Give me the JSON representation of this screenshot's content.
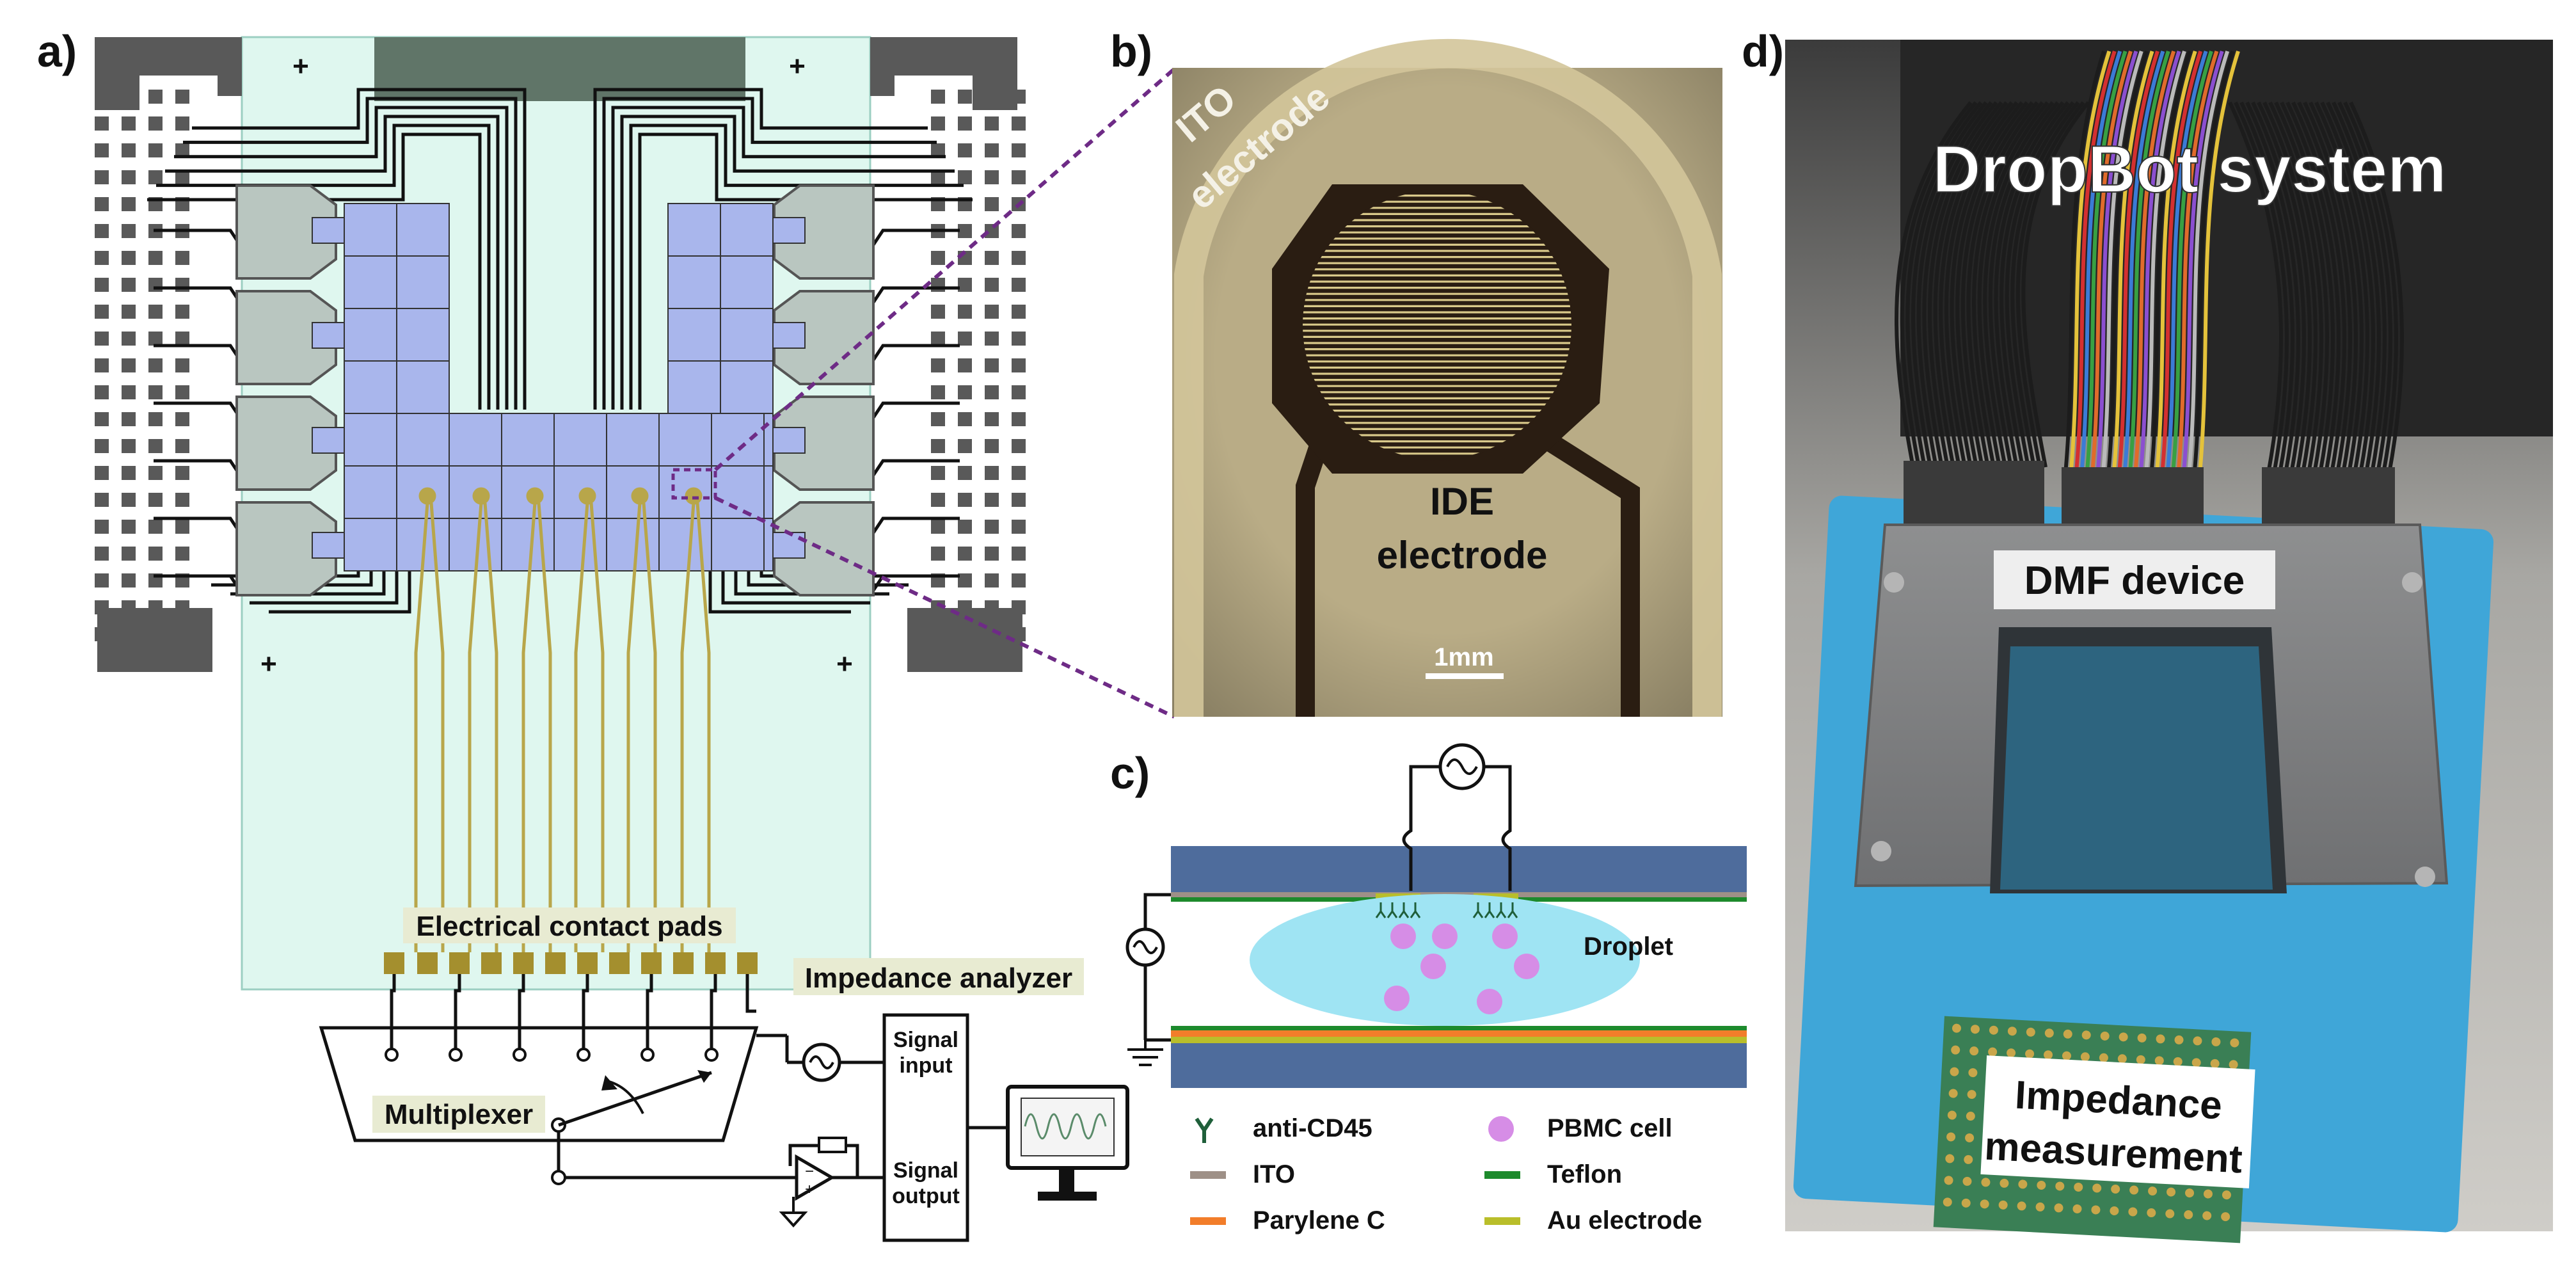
{
  "panels": {
    "a": "a)",
    "b": "b)",
    "c": "c)",
    "d": "d)"
  },
  "panel_a": {
    "plus": "+",
    "contact_pads_label": "Electrical contact pads",
    "impedance_analyzer_label": "Impedance analyzer",
    "multiplexer_label": "Multiplexer",
    "signal_input_label": [
      "Signal",
      "input"
    ],
    "signal_output_label": [
      "Signal",
      "output"
    ]
  },
  "panel_b": {
    "ito_label": [
      "ITO",
      "electrode"
    ],
    "ide_label": [
      "IDE",
      "electrode"
    ],
    "scale_label": "1mm"
  },
  "panel_c": {
    "droplet_label": "Droplet",
    "legend": [
      {
        "symbol": "antibody",
        "label": "anti-CD45",
        "color": "#1f5f3a"
      },
      {
        "symbol": "circle",
        "label": "PBMC cell",
        "color": "#d68de6"
      },
      {
        "symbol": "bar",
        "label": "ITO",
        "color": "#9e9087"
      },
      {
        "symbol": "bar",
        "label": "Teflon",
        "color": "#1d8a2c"
      },
      {
        "symbol": "bar",
        "label": "Parylene C",
        "color": "#f27d2a"
      },
      {
        "symbol": "bar",
        "label": "Au electrode",
        "color": "#b9be2a"
      }
    ]
  },
  "panel_d": {
    "dropbot_label": "DropBot system",
    "dmf_label": "DMF device",
    "impedance_label": [
      "Impedance",
      "measurement"
    ]
  },
  "colors": {
    "electrode_fill": "#a9b6ec",
    "substrate_fill": "#dff7ef",
    "reservoir_fill": "#b9c6c0",
    "pad_dark": "#5a5a5a",
    "trace_gold": "#b8a64a",
    "glass_blue": "#4e6c9c",
    "droplet": "#9fe4f3",
    "highlight_label_bg": "#e8ebd2"
  }
}
